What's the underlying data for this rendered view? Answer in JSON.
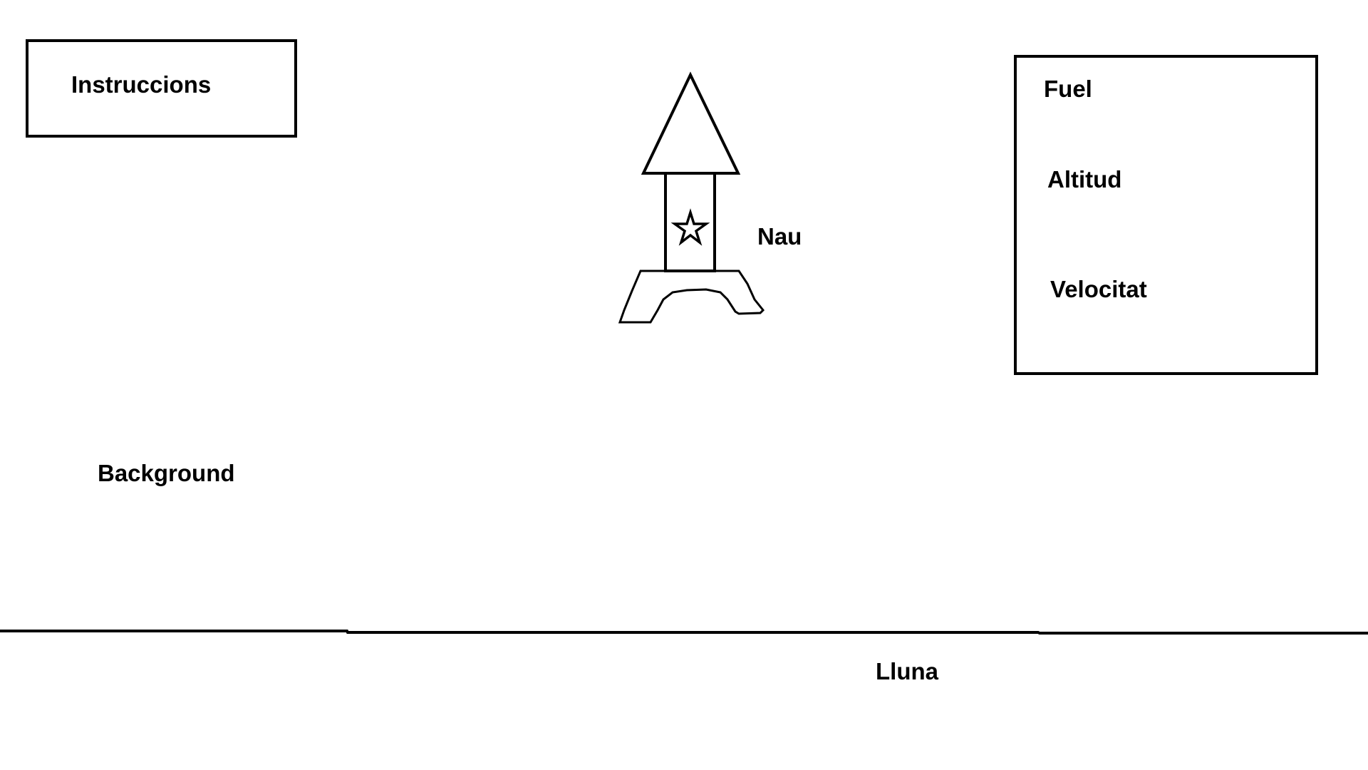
{
  "instructions": {
    "label": "Instruccions"
  },
  "stats": {
    "fuel_label": "Fuel",
    "altitude_label": "Altitud",
    "velocity_label": "Velocitat"
  },
  "ship": {
    "label": "Nau",
    "icon": "rocket-icon",
    "emblem_icon": "star-icon"
  },
  "background": {
    "label": "Background"
  },
  "moon": {
    "label": "Lluna"
  },
  "colors": {
    "line": "#000000",
    "background": "#ffffff"
  }
}
